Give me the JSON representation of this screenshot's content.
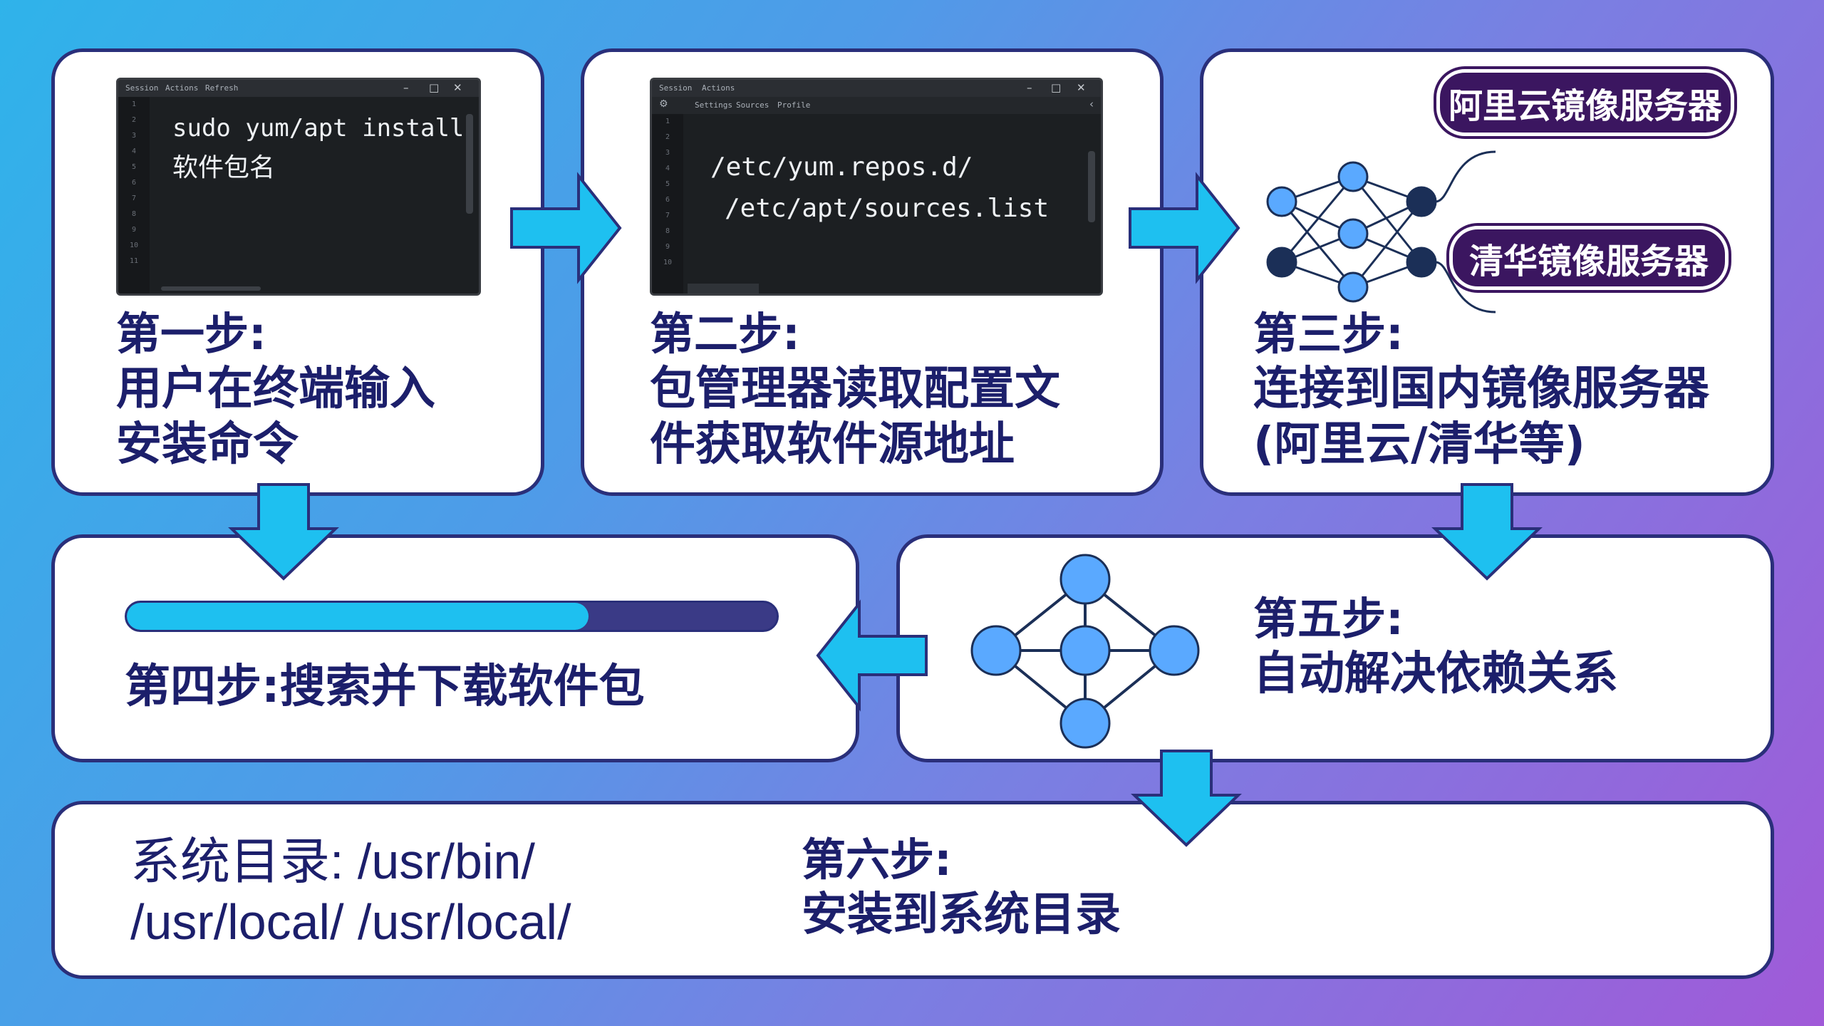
{
  "step1": {
    "terminal": {
      "menu": [
        "Session",
        "Actions",
        "Refresh"
      ],
      "line1": "sudo yum/apt install",
      "line2": "软件包名"
    },
    "label": "第一步:",
    "line1": "用户在终端输入",
    "line2": "安装命令"
  },
  "step2": {
    "terminal": {
      "menu": [
        "Session",
        "Actions"
      ],
      "tabs": [
        "Settings",
        "Sources",
        "Profile"
      ],
      "line1": "/etc/yum.repos.d/",
      "line2": "/etc/apt/sources.list"
    },
    "label": "第二步:",
    "line1": "包管理器读取配置文",
    "line2": "件获取软件源地址"
  },
  "step3": {
    "mirror_a": "阿里云镜像服务器",
    "mirror_b": "清华镜像服务器",
    "label": "第三步:",
    "line1": "连接到国内镜像服务器",
    "line2": "(阿里云/清华等)"
  },
  "step4": {
    "label": "第四步:搜索并下载软件包",
    "progress": 0.71
  },
  "step5": {
    "label": "第五步:",
    "line1": "自动解决依赖关系"
  },
  "step6": {
    "dir_line1": "系统目录: /usr/bin/",
    "dir_line2": "/usr/local/  /usr/local/",
    "label": "第六步:",
    "line1": "安装到系统目录"
  },
  "colors": {
    "card_border": "#2a2f7a",
    "text": "#1c1f6b",
    "arrow": "#1ec0f0",
    "pill": "#3b1660",
    "progress_fill": "#1ec0f0",
    "progress_track": "#3a3a86",
    "node": "#5aa9ff",
    "node_dark": "#1b2f57"
  }
}
